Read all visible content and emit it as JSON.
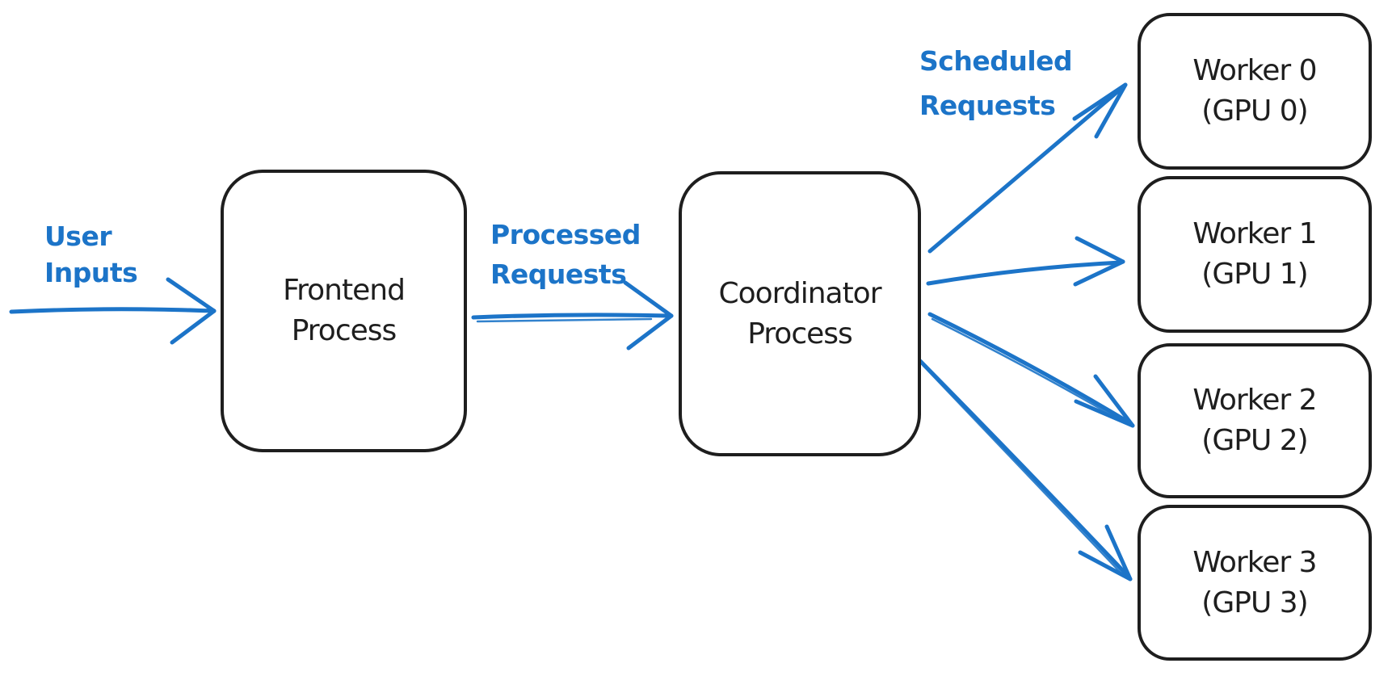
{
  "diagram": {
    "background_color": "#ffffff",
    "ink_color": "#1e1e1e",
    "accent_color": "#1c74c8",
    "nodes": [
      {
        "id": "frontend-process",
        "lines": [
          "Frontend",
          "Process"
        ]
      },
      {
        "id": "coordinator-process",
        "lines": [
          "Coordinator",
          "Process"
        ]
      },
      {
        "id": "worker-0",
        "lines": [
          "Worker 0",
          "(GPU 0)"
        ]
      },
      {
        "id": "worker-1",
        "lines": [
          "Worker 1",
          "(GPU 1)"
        ]
      },
      {
        "id": "worker-2",
        "lines": [
          "Worker 2",
          "(GPU 2)"
        ]
      },
      {
        "id": "worker-3",
        "lines": [
          "Worker 3",
          "(GPU 3)"
        ]
      }
    ],
    "edge_labels": [
      {
        "id": "user-inputs",
        "lines": [
          "User",
          "Inputs"
        ]
      },
      {
        "id": "processed-requests",
        "lines": [
          "Processed",
          "Requests"
        ]
      },
      {
        "id": "scheduled-requests",
        "lines": [
          "Scheduled",
          "Requests"
        ]
      }
    ],
    "edges": [
      {
        "from": "user-inputs",
        "to": "frontend-process",
        "label": "User Inputs"
      },
      {
        "from": "frontend-process",
        "to": "coordinator-process",
        "label": "Processed Requests"
      },
      {
        "from": "coordinator-process",
        "to": "worker-0",
        "label": "Scheduled Requests"
      },
      {
        "from": "coordinator-process",
        "to": "worker-1",
        "label": "Scheduled Requests"
      },
      {
        "from": "coordinator-process",
        "to": "worker-2",
        "label": "Scheduled Requests"
      },
      {
        "from": "coordinator-process",
        "to": "worker-3",
        "label": "Scheduled Requests"
      }
    ]
  }
}
